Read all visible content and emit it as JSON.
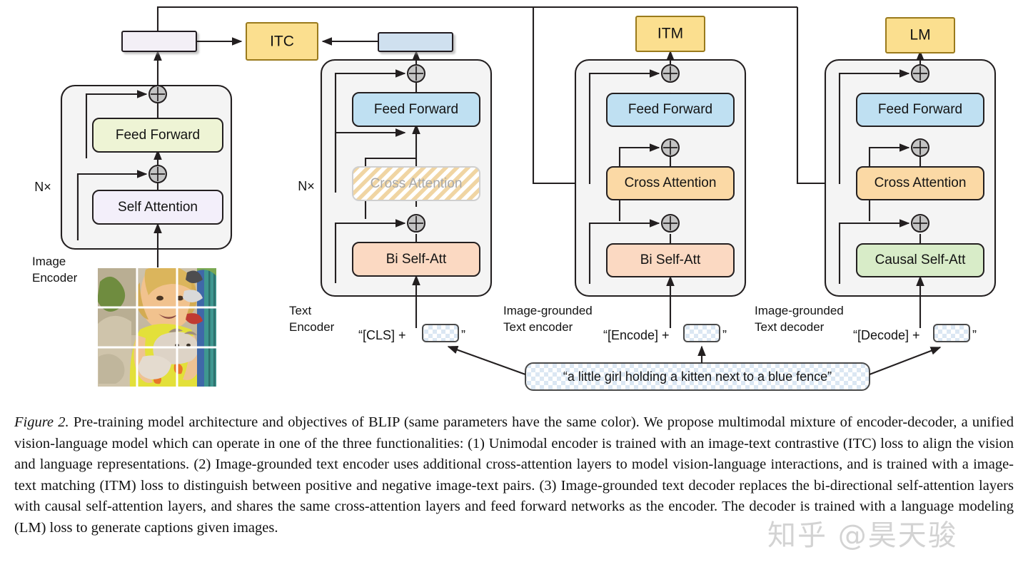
{
  "figure": {
    "number": "Figure 2.",
    "caption": "Pre-training model architecture and objectives of BLIP (same parameters have the same color). We propose multimodal mixture of encoder-decoder, a unified vision-language model which can operate in one of the three functionalities: (1) Unimodal encoder is trained with an image-text contrastive (ITC) loss to align the vision and language representations. (2) Image-grounded text encoder uses additional cross-attention layers to model vision-language interactions, and is trained with a image-text matching (ITM) loss to distinguish between positive and negative image-text pairs. (3) Image-grounded text decoder replaces the bi-directional self-attention layers with causal self-attention layers, and shares the same cross-attention layers and feed forward networks as the encoder. The decoder is trained with a language modeling (LM) loss to generate captions given images."
  },
  "watermark": {
    "text": "知乎 @昊天骏"
  },
  "colors": {
    "feed_forward_green": "#eef4d5",
    "feed_forward_blue": "#bfe0f2",
    "self_attention_lavender": "#f3effa",
    "bi_self_att_peach": "#fbd9c2",
    "causal_self_att_green": "#d8ecc8",
    "cross_attention_orange": "#fbd9a5",
    "cross_attention_disabled_stripe": "#e8c98a",
    "objective_yellow": "#fbdf8f",
    "cls_token_lavender": "#f3eff6",
    "text_token_blue": "#cfe0ef",
    "container_gray": "#f4f4f4",
    "stroke": "#231f20",
    "add_node_gray": "#c4c4c4"
  },
  "objectives": [
    {
      "id": "itc",
      "label": "ITC"
    },
    {
      "id": "itm",
      "label": "ITM"
    },
    {
      "id": "lm",
      "label": "LM"
    }
  ],
  "columns": [
    {
      "id": "image-encoder",
      "name": "Image Encoder",
      "name_lines": [
        "Image",
        "Encoder"
      ],
      "repeat": "N×",
      "blocks": [
        {
          "id": "self-attention",
          "label": "Self Attention",
          "style": "lavender"
        },
        {
          "id": "feed-forward",
          "label": "Feed Forward",
          "style": "green"
        }
      ],
      "output_token": {
        "id": "image-cls-token",
        "style": "lavender-bar"
      },
      "input": {
        "type": "image-patches",
        "rows": 3,
        "cols": 3
      }
    },
    {
      "id": "text-encoder",
      "name": "Text Encoder",
      "name_lines": [
        "Text",
        "Encoder"
      ],
      "repeat": "N×",
      "blocks": [
        {
          "id": "bi-self-att",
          "label": "Bi Self-Att",
          "style": "peach"
        },
        {
          "id": "cross-attention",
          "label": "Cross Attention",
          "style": "hatched-disabled"
        },
        {
          "id": "feed-forward",
          "label": "Feed Forward",
          "style": "blue"
        }
      ],
      "output_token": {
        "id": "text-cls-token",
        "style": "blue-bar"
      },
      "input_token": {
        "prefix": "“[CLS] + ",
        "suffix": "”"
      }
    },
    {
      "id": "image-grounded-text-encoder",
      "name": "Image-grounded Text encoder",
      "name_lines": [
        "Image-grounded",
        "Text encoder"
      ],
      "repeat": "",
      "blocks": [
        {
          "id": "bi-self-att",
          "label": "Bi Self-Att",
          "style": "peach"
        },
        {
          "id": "cross-attention",
          "label": "Cross Attention",
          "style": "orange"
        },
        {
          "id": "feed-forward",
          "label": "Feed Forward",
          "style": "blue"
        }
      ],
      "input_token": {
        "prefix": "“[Encode] + ",
        "suffix": "”"
      }
    },
    {
      "id": "image-grounded-text-decoder",
      "name": "Image-grounded Text decoder",
      "name_lines": [
        "Image-grounded",
        "Text decoder"
      ],
      "repeat": "",
      "blocks": [
        {
          "id": "causal-self-att",
          "label": "Causal Self-Att",
          "style": "green-causal"
        },
        {
          "id": "cross-attention",
          "label": "Cross Attention",
          "style": "orange"
        },
        {
          "id": "feed-forward",
          "label": "Feed Forward",
          "style": "blue"
        }
      ],
      "input_token": {
        "prefix": "“[Decode] + ",
        "suffix": "”"
      }
    }
  ],
  "caption_bubble": {
    "id": "input-caption",
    "text": "“a little girl holding a kitten next to a blue fence”"
  },
  "add_nodes_symbol": "⊕"
}
